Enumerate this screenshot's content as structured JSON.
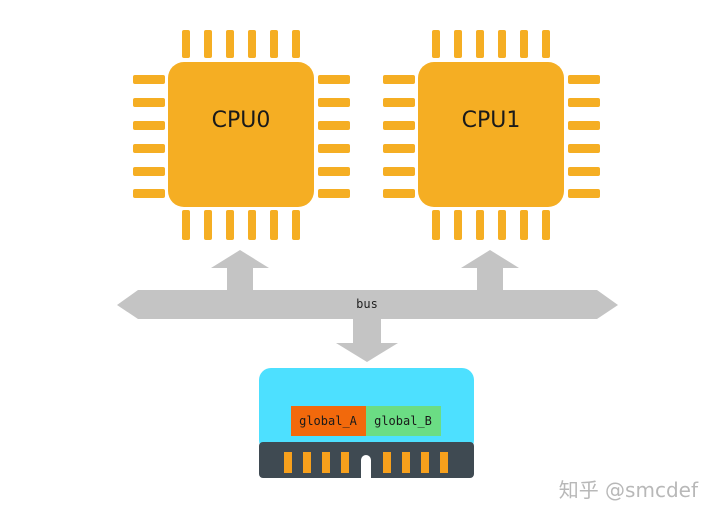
{
  "cpus": [
    {
      "label": "CPU0"
    },
    {
      "label": "CPU1"
    }
  ],
  "bus": {
    "label": "bus"
  },
  "memory": {
    "variables": [
      {
        "label": "global_A"
      },
      {
        "label": "global_B"
      }
    ]
  },
  "watermark": "知乎 @smcdef",
  "colors": {
    "chip": "#f5ae23",
    "bus": "#c4c4c4",
    "memory_body": "#4de0ff",
    "memory_base": "#3f4a52",
    "memory_pins": "#f7a01c",
    "var_a": "#f2690c",
    "var_b": "#6bdd84"
  }
}
